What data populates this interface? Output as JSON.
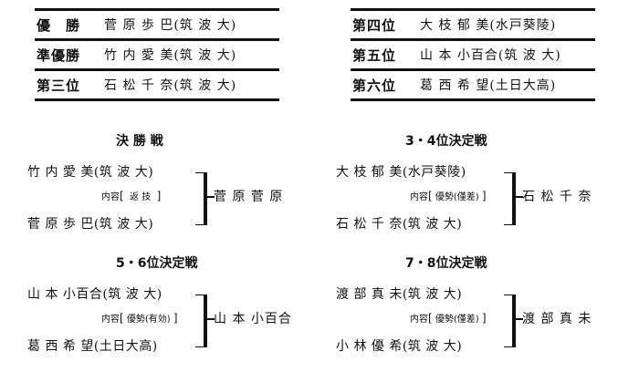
{
  "rankings_left": [
    {
      "rank": "優　勝",
      "name": "菅 原 歩 巴(筑 波 大)"
    },
    {
      "rank": "準優勝",
      "name": "竹 内 愛 美(筑 波 大)"
    },
    {
      "rank": "第三位",
      "name": "石 松 千 奈(筑 波 大)"
    }
  ],
  "rankings_right": [
    {
      "rank": "第四位",
      "name": "大 枝 郁 美(水戸葵陵)"
    },
    {
      "rank": "第五位",
      "name": "山 本 小百合(筑 波 大)"
    },
    {
      "rank": "第六位",
      "name": "葛 西 希 望(土日大高)"
    }
  ],
  "matches": [
    {
      "title": "決 勝 戦",
      "top": "竹 内 愛 美(筑 波 大)",
      "bottom": "菅 原 歩 巴(筑 波 大)",
      "detail_label": "内容",
      "detail_value": "返 技",
      "winner": "菅 原 菅 原"
    },
    {
      "title": "3・4位決定戦",
      "top": "大 枝 郁 美(水戸葵陵)",
      "bottom": "石 松 千 奈(筑 波 大)",
      "detail_label": "内容",
      "detail_value": "優勢(僅差)",
      "winner": "石 松 千 奈"
    },
    {
      "title": "5・6位決定戦",
      "top": "山 本 小百合(筑 波 大)",
      "bottom": "葛 西 希 望(土日大高)",
      "detail_label": "内容",
      "detail_value": "優勢(有効)",
      "winner": "山 本 小百合"
    },
    {
      "title": "7・8位決定戦",
      "top": "渡 部 真 未(筑 波 大)",
      "bottom": "小 林 優 希(筑 波 大)",
      "detail_label": "内容",
      "detail_value": "優勢(僅差)",
      "winner": "渡 部 真 未"
    }
  ]
}
